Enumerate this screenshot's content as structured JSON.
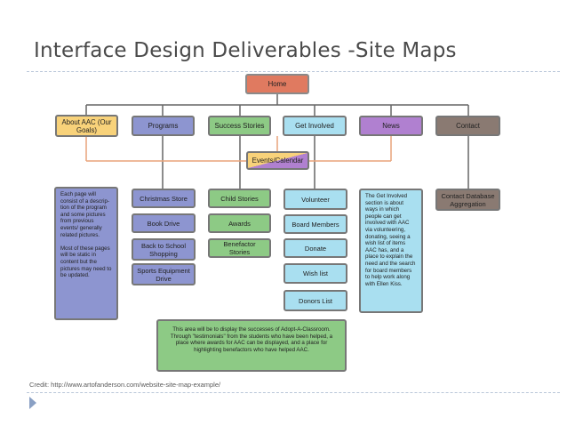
{
  "slide": {
    "title": "Interface Design Deliverables -Site Maps",
    "credit": "Credit:  http://www.artofanderson.com/website-site-map-example/"
  },
  "diagram": {
    "home": "Home",
    "sections": {
      "about": "About AAC (Our Goals)",
      "programs": "Programs",
      "success": "Success Stories",
      "involved": "Get Involved",
      "news": "News",
      "contact": "Contact"
    },
    "events": "Events/Calendar",
    "about_note": "Each page will consist of a descrip-tion of the program and some pictures from previous events/ generally related pictures.\n\nMost of these pages will be static in content but the pictures may need to be updated.",
    "programs_children": [
      "Christmas Store",
      "Book Drive",
      "Back to School Shopping",
      "Sports Equipment Drive"
    ],
    "success_children": [
      "Child Stories",
      "Awards",
      "Benefactor Stories"
    ],
    "involved_children": [
      "Volunteer",
      "Board Members",
      "Donate",
      "Wish list",
      "Donors List"
    ],
    "news_note": "The Get Involved section is about ways in which people can get involved with AAC via volunteering, donating, seeing a wish list of items AAC has, and a place to explain the need and the search for board members to help work along with Ellen Kiss.",
    "contact_children": [
      "Contact Database Aggregation"
    ],
    "success_note": "This area will be to display the successes of Adopt-A-Classroom. Through \"testimonials\" from the students who have been helped, a place where awards for AAC can be displayed, and a place for highlighting benefactors who have helped AAC."
  },
  "colors": {
    "home": "#e07a60",
    "about": "#f8d27a",
    "programs": "#8d95d0",
    "success": "#8dca85",
    "involved": "#a9dff0",
    "news": "#b080d0",
    "contact": "#8a7a72"
  }
}
